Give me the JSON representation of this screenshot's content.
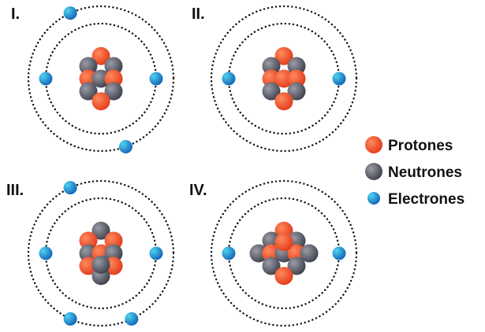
{
  "atoms": [
    {
      "label": "I.",
      "protons": 4,
      "neutrons": 5,
      "electrons": 4,
      "nucleus": [
        {
          "kind": "proton",
          "gx": 0,
          "gy": -1.8
        },
        {
          "kind": "neutron",
          "gx": -1,
          "gy": -1
        },
        {
          "kind": "neutron",
          "gx": 1,
          "gy": -1
        },
        {
          "kind": "proton",
          "gx": -1,
          "gy": 0
        },
        {
          "kind": "neutron",
          "gx": 0,
          "gy": 0
        },
        {
          "kind": "proton",
          "gx": 1,
          "gy": 0
        },
        {
          "kind": "neutron",
          "gx": -1,
          "gy": 1
        },
        {
          "kind": "neutron",
          "gx": 1,
          "gy": 1
        },
        {
          "kind": "proton",
          "gx": 0,
          "gy": 1.8
        }
      ],
      "electron_angles": [
        -115,
        180,
        0,
        70
      ]
    },
    {
      "label": "II.",
      "protons": 5,
      "neutrons": 4,
      "electrons": 2,
      "nucleus": [
        {
          "kind": "proton",
          "gx": 0,
          "gy": -1.8
        },
        {
          "kind": "neutron",
          "gx": -1,
          "gy": -1
        },
        {
          "kind": "neutron",
          "gx": 1,
          "gy": -1
        },
        {
          "kind": "proton",
          "gx": -1,
          "gy": 0
        },
        {
          "kind": "proton",
          "gx": 0,
          "gy": 0
        },
        {
          "kind": "proton",
          "gx": 1,
          "gy": 0
        },
        {
          "kind": "neutron",
          "gx": -1,
          "gy": 1
        },
        {
          "kind": "neutron",
          "gx": 1,
          "gy": 1
        },
        {
          "kind": "proton",
          "gx": 0,
          "gy": 1.8
        }
      ],
      "electron_angles": [
        180,
        0
      ]
    },
    {
      "label": "III.",
      "protons": 5,
      "neutrons": 5,
      "electrons": 5,
      "nucleus": [
        {
          "kind": "neutron",
          "gx": 0,
          "gy": -1.8
        },
        {
          "kind": "proton",
          "gx": -1,
          "gy": -1
        },
        {
          "kind": "proton",
          "gx": 1,
          "gy": -1
        },
        {
          "kind": "neutron",
          "gx": -1,
          "gy": 0
        },
        {
          "kind": "proton",
          "gx": 0,
          "gy": 0
        },
        {
          "kind": "neutron",
          "gx": 1,
          "gy": 0
        },
        {
          "kind": "proton",
          "gx": -1,
          "gy": 1
        },
        {
          "kind": "proton",
          "gx": 1,
          "gy": 1
        },
        {
          "kind": "neutron",
          "gx": 0,
          "gy": 1.8
        },
        {
          "kind": "neutron",
          "gx": 0,
          "gy": 0.9
        }
      ],
      "electron_angles": [
        -115,
        180,
        0,
        115,
        65
      ]
    },
    {
      "label": "IV.",
      "protons": 5,
      "neutrons": 7,
      "electrons": 2,
      "nucleus": [
        {
          "kind": "proton",
          "gx": 0,
          "gy": -1.8
        },
        {
          "kind": "neutron",
          "gx": -1,
          "gy": -1
        },
        {
          "kind": "neutron",
          "gx": 1,
          "gy": -1
        },
        {
          "kind": "neutron",
          "gx": -2,
          "gy": 0
        },
        {
          "kind": "proton",
          "gx": -1,
          "gy": 0
        },
        {
          "kind": "neutron",
          "gx": 0,
          "gy": 0
        },
        {
          "kind": "proton",
          "gx": 1,
          "gy": 0
        },
        {
          "kind": "neutron",
          "gx": 2,
          "gy": 0
        },
        {
          "kind": "neutron",
          "gx": -1,
          "gy": 1
        },
        {
          "kind": "neutron",
          "gx": 1,
          "gy": 1
        },
        {
          "kind": "proton",
          "gx": 0,
          "gy": 1.8
        },
        {
          "kind": "proton",
          "gx": 0,
          "gy": -0.9
        }
      ],
      "electron_angles": [
        180,
        0
      ]
    }
  ],
  "legend": [
    {
      "kind": "proton",
      "label": "Protones"
    },
    {
      "kind": "neutron",
      "label": "Neutrones"
    },
    {
      "kind": "electron",
      "label": "Electrones"
    }
  ],
  "colors": {
    "proton_light": "#ff8a5c",
    "proton_dark": "#e23a1a",
    "neutron_light": "#9a9ca6",
    "neutron_dark": "#3e404c",
    "electron_light": "#4fd3f0",
    "electron_dark": "#1466b8",
    "orbit": "#111111"
  }
}
